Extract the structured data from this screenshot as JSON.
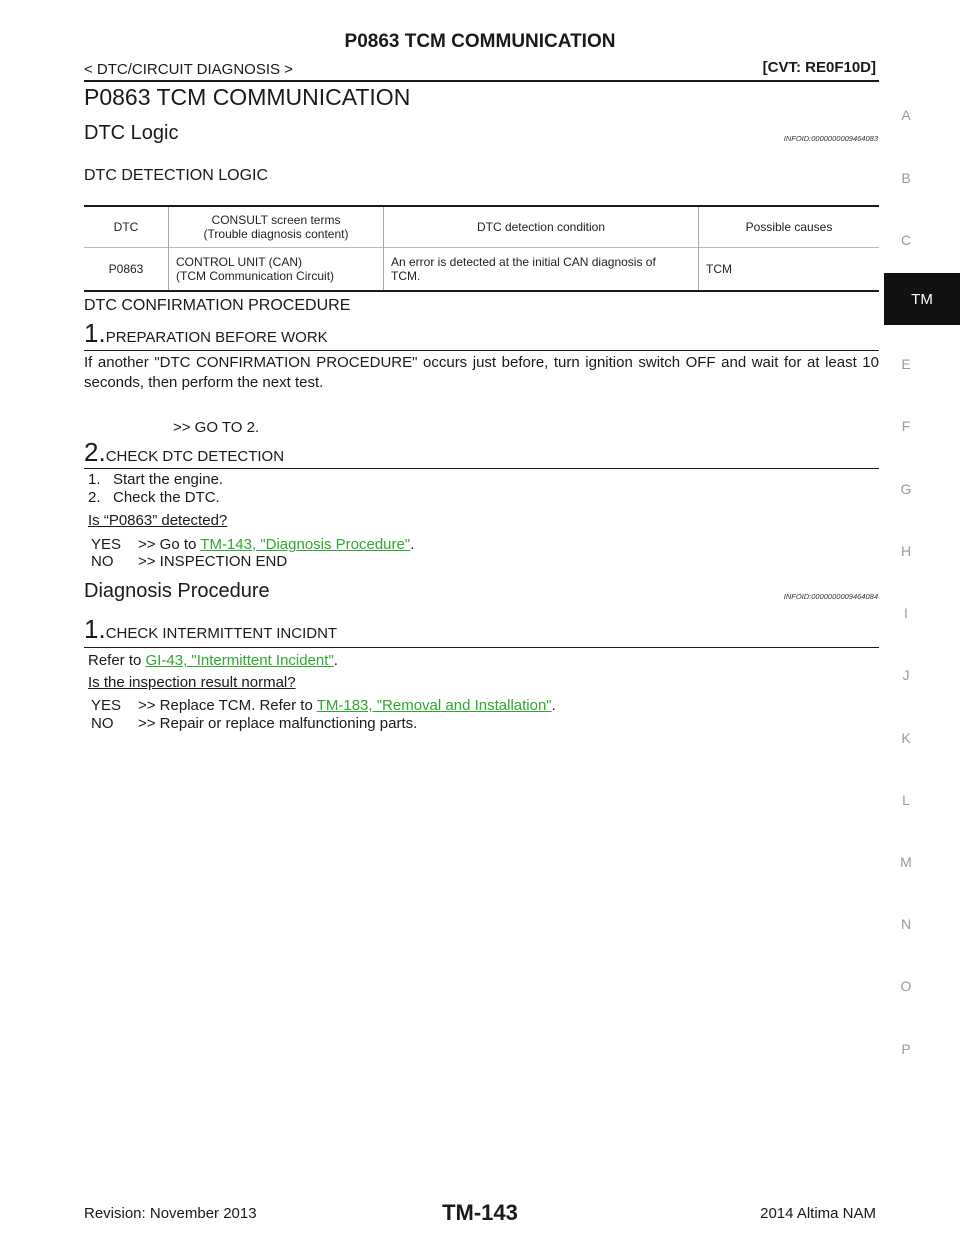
{
  "header": {
    "title": "P0863 TCM COMMUNICATION",
    "breadcrumb": "< DTC/CIRCUIT DIAGNOSIS >",
    "model_code": "[CVT: RE0F10D]"
  },
  "section_title": "P0863 TCM COMMUNICATION",
  "dtc_logic": {
    "title": "DTC Logic",
    "infoid": "INFOID:0000000009464083",
    "detection_logic_title": "DTC DETECTION LOGIC",
    "table": {
      "headers": [
        "DTC",
        "CONSULT screen terms (Trouble diagnosis content)",
        "DTC detection condition",
        "Possible causes"
      ],
      "header_consult_line1": "CONSULT screen terms",
      "header_consult_line2": "(Trouble diagnosis content)",
      "row": {
        "dtc": "P0863",
        "consult_line1": "CONTROL UNIT (CAN)",
        "consult_line2": "(TCM Communication Circuit)",
        "condition_line1": "An error is detected at the initial CAN diagnosis of",
        "condition_line2": "TCM.",
        "cause": "TCM"
      }
    },
    "confirmation_title": "DTC CONFIRMATION PROCEDURE",
    "step1": {
      "num": "1.",
      "title": "PREPARATION BEFORE WORK",
      "text": "If another \"DTC CONFIRMATION PROCEDURE\" occurs just before, turn ignition switch OFF and wait for at least 10 seconds, then perform the next test.",
      "goto": ">> GO TO 2."
    },
    "step2": {
      "num": "2.",
      "title": "CHECK DTC DETECTION",
      "item1": "1.   Start the engine.",
      "item2": "2.   Check the DTC.",
      "question": "Is “P0863” detected?",
      "yes_label": "YES",
      "yes_prefix": ">> Go to ",
      "yes_link": "TM-143, \"Diagnosis Procedure\"",
      "yes_suffix": ".",
      "no_label": "NO",
      "no_text": ">> INSPECTION END"
    }
  },
  "diagnosis": {
    "title": "Diagnosis Procedure",
    "infoid": "INFOID:0000000009464084",
    "step1": {
      "num": "1.",
      "title": "CHECK INTERMITTENT INCIDNT",
      "refer_prefix": "Refer to ",
      "refer_link": "GI-43, \"Intermittent Incident\"",
      "refer_suffix": ".",
      "question": "Is the inspection result normal?",
      "yes_label": "YES",
      "yes_prefix": ">> Replace TCM. Refer to ",
      "yes_link": "TM-183, \"Removal and Installation\"",
      "yes_suffix": ".",
      "no_label": "NO",
      "no_text": ">> Repair or replace malfunctioning parts."
    }
  },
  "sidebar": {
    "letters": [
      "A",
      "B",
      "C",
      "E",
      "F",
      "G",
      "H",
      "I",
      "J",
      "K",
      "L",
      "M",
      "N",
      "O",
      "P"
    ],
    "active_tab": "TM"
  },
  "footer": {
    "revision": "Revision: November 2013",
    "page": "TM-143",
    "model": "2014 Altima NAM"
  },
  "colors": {
    "link": "#2ea82e",
    "tab_bg": "#111111"
  }
}
